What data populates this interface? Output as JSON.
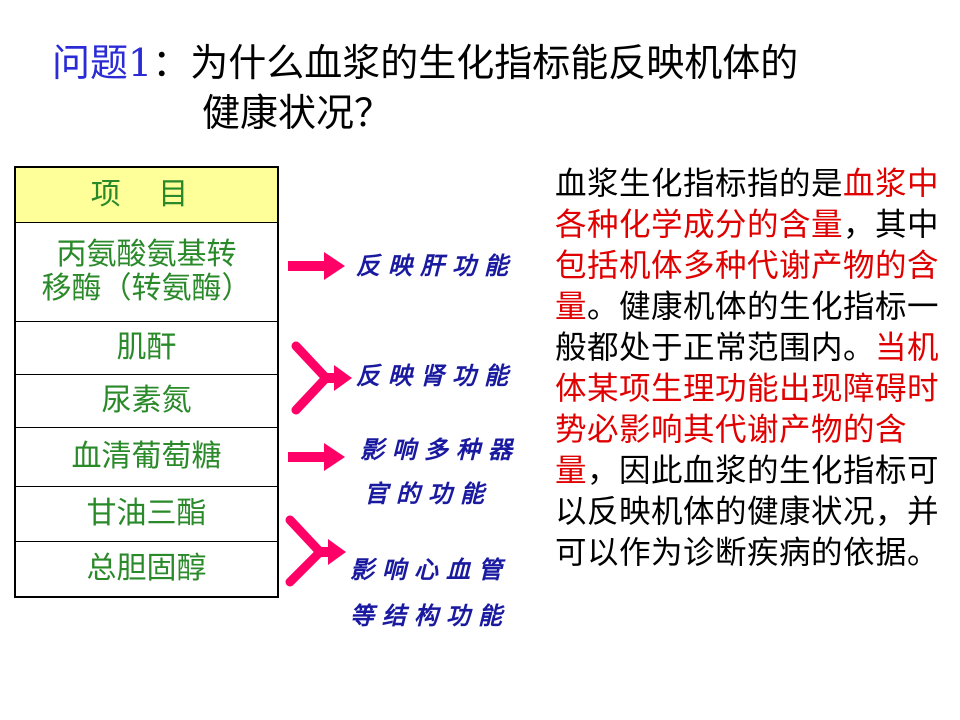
{
  "title": {
    "prefix": "问题1",
    "line1": "：为什么血浆的生化指标能反映机体的",
    "line2": "健康状况？"
  },
  "table": {
    "header": "项 目",
    "rows": [
      [
        "丙氨酸氨基转",
        "移酶（转氨酶）"
      ],
      [
        "肌酐"
      ],
      [
        "尿素氮"
      ],
      [
        "血清葡萄糖"
      ],
      [
        "甘油三酯"
      ],
      [
        "总胆固醇"
      ]
    ]
  },
  "notes": {
    "liver": "反映肝功能",
    "kidney": "反映肾功能",
    "organs_1": "影响多种器",
    "organs_2": "官的功能",
    "cardio_1": "影响心血管",
    "cardio_2": "等结构功能"
  },
  "paragraph": [
    {
      "text": "血浆生化指标指的是",
      "red": false
    },
    {
      "text": "血浆中各种化学成分的含量",
      "red": true
    },
    {
      "text": "，其中",
      "red": false
    },
    {
      "text": "包括机体多种代谢产物的含量",
      "red": true
    },
    {
      "text": "。健康机体的生化指标一般都处于正常范围内。",
      "red": false
    },
    {
      "text": "当机体某项生理功能出现障碍时势必影响其代谢产物的含量",
      "red": true
    },
    {
      "text": "，因此血浆的生化指标可以反映机体的健康状况，并可以作为诊断疾病的依据。",
      "red": false
    }
  ],
  "colors": {
    "arrow": "#ff0066",
    "title_prefix": "#2b2bd6",
    "table_text": "#2a8a2a",
    "header_bg": "#ffff99",
    "note": "#1a1aa0",
    "highlight": "#e00000"
  }
}
